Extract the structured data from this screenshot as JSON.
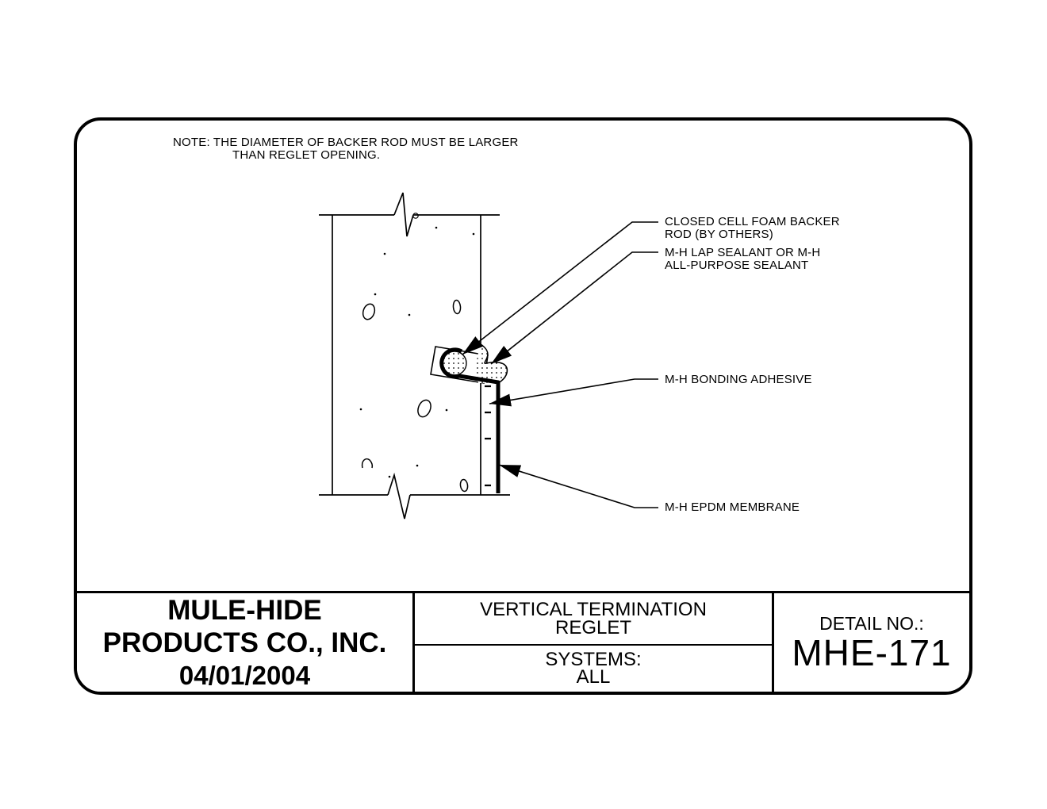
{
  "note": {
    "line1": "NOTE: THE DIAMETER OF BACKER ROD MUST BE LARGER",
    "line2": "THAN REGLET OPENING."
  },
  "callouts": [
    {
      "line1": "CLOSED CELL FOAM BACKER",
      "line2": "ROD (BY OTHERS)"
    },
    {
      "line1": "M-H LAP SEALANT OR M-H",
      "line2": "ALL-PURPOSE SEALANT"
    },
    {
      "line1": "M-H BONDING ADHESIVE"
    },
    {
      "line1": "M-H EPDM MEMBRANE"
    }
  ],
  "title_block": {
    "company_line1": "MULE-HIDE",
    "company_line2": "PRODUCTS CO., INC.",
    "company_date": "04/01/2004",
    "detail_title_line1": "VERTICAL TERMINATION",
    "detail_title_line2": "REGLET",
    "systems_label": "SYSTEMS:",
    "systems_value": "ALL",
    "detail_no_label": "DETAIL NO.:",
    "detail_no_value": "MHE-171"
  },
  "colors": {
    "line": "#000000",
    "background": "#ffffff"
  }
}
